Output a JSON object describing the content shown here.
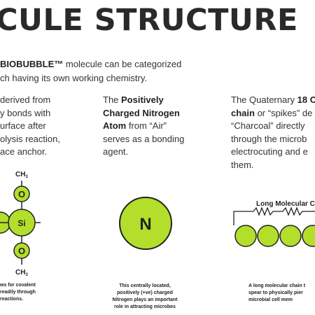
{
  "title": "CULE STRUCTURE",
  "intro": {
    "line1_brand": "BIOBUBBLE™",
    "line1_rest": " molecule can be categorized",
    "line2": "ch having its own working chemistry."
  },
  "column1": {
    "lines": [
      "derived from",
      "y bonds with",
      "urface after",
      "olysis reaction,",
      "ace anchor."
    ]
  },
  "column2": {
    "text1": "The ",
    "bold1": "Positively",
    "bold2": "Charged  Nitrogen",
    "bold3": "Atom",
    "text2": "  from “Air”",
    "line4": "serves as a bonding",
    "line5": "agent."
  },
  "column3": {
    "line1_text": "The Quaternary ",
    "line1_bold": "18 C",
    "line2_bold": "chain",
    "line2_text": " or “spikes” de",
    "line3": "“Charcoal” directly",
    "line4": "through the microb",
    "line5": "electrocuting and e",
    "line6": "them."
  },
  "molecule1": {
    "top_group": "CH",
    "top_sub": "3",
    "top_atom": "O",
    "center_atom": "Si",
    "bottom_atom": "O",
    "bottom_group": "CH",
    "bottom_sub": "3"
  },
  "molecule2": {
    "atom": "N"
  },
  "molecule3": {
    "label": "Long Molecular C"
  },
  "captions": {
    "cap1": [
      "ws for covalent",
      "readily through",
      "reactions."
    ],
    "cap2": [
      "This centrally located,",
      "positively (+ve) charged",
      "Nitrogen plays an important",
      "role in attracting microbes"
    ],
    "cap3": [
      "A long molecular chain t",
      "spear to physically pier",
      "microbial cell mem"
    ]
  },
  "colors": {
    "atom_fill": "#b3de2b",
    "atom_stroke": "#222222",
    "text": "#333333"
  }
}
